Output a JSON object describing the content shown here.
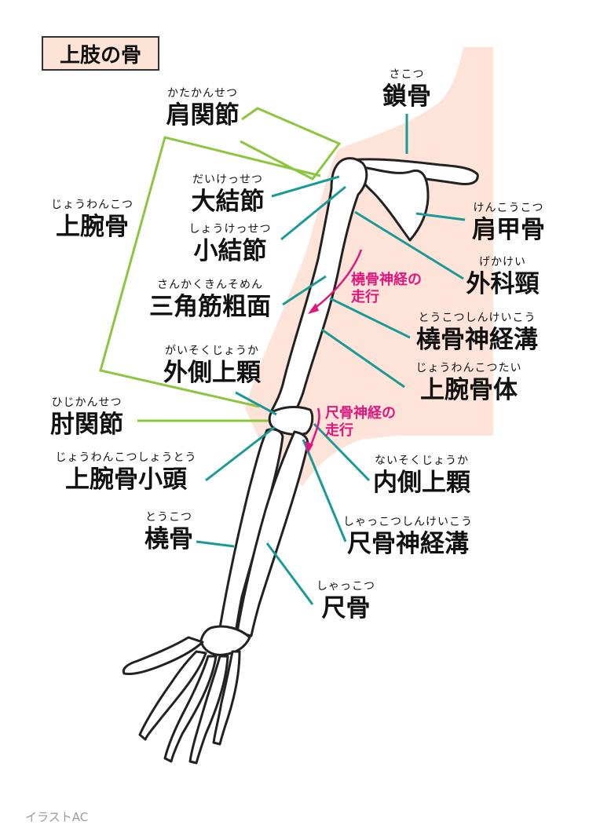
{
  "title": "上肢の骨",
  "labels": {
    "clavicle": {
      "ruby": "さこつ",
      "text": "鎖骨"
    },
    "shoulder_joint": {
      "ruby": "かたかんせつ",
      "text": "肩関節"
    },
    "greater_tubercle": {
      "ruby": "だいけっせつ",
      "text": "大結節"
    },
    "humerus": {
      "ruby": "じょうわんこつ",
      "text": "上腕骨"
    },
    "lesser_tubercle": {
      "ruby": "しょうけっせつ",
      "text": "小結節"
    },
    "scapula": {
      "ruby": "けんこうこつ",
      "text": "肩甲骨"
    },
    "surgical_neck": {
      "ruby": "げかけい",
      "text": "外科頸"
    },
    "deltoid_tuberosity": {
      "ruby": "さんかくきんそめん",
      "text": "三角筋粗面"
    },
    "radial_groove": {
      "ruby": "とうこつしんけいこう",
      "text": "橈骨神経溝"
    },
    "lateral_epicondyle": {
      "ruby": "がいそくじょうか",
      "text": "外側上顆"
    },
    "humerus_body": {
      "ruby": "じょうわんこつたい",
      "text": "上腕骨体"
    },
    "elbow_joint": {
      "ruby": "ひじかんせつ",
      "text": "肘関節"
    },
    "capitulum": {
      "ruby": "じょうわんこつしょうとう",
      "text": "上腕骨小頭"
    },
    "medial_epicondyle": {
      "ruby": "ないそくじょうか",
      "text": "内側上顆"
    },
    "radius": {
      "ruby": "とうこつ",
      "text": "橈骨"
    },
    "ulnar_groove": {
      "ruby": "しゃっこつしんけいこう",
      "text": "尺骨神経溝"
    },
    "ulna": {
      "ruby": "しゃっこつ",
      "text": "尺骨"
    }
  },
  "nerves": {
    "radial": {
      "line1": "橈骨神経の",
      "line2": "走行"
    },
    "ulnar": {
      "line1": "尺骨神経の",
      "line2": "走行"
    }
  },
  "credit": "イラストAC",
  "colors": {
    "leader": "#1a9a96",
    "bracket": "#8cc63f",
    "nerve": "#e0157d",
    "silhouette": "#fde3d8",
    "title_bg": "#fde2d6"
  }
}
